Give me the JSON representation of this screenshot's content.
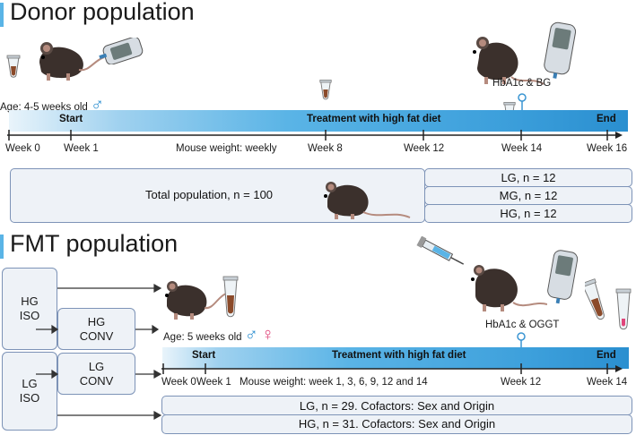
{
  "donor": {
    "title": "Donor population",
    "age_label": "Age: 4-5 weeks old",
    "start_label": "Start",
    "treatment_label": "Treatment with high fat diet",
    "end_label": "End",
    "hba1c_label": "HbA1c & BG",
    "weight_label": "Mouse weight: weekly",
    "weeks": [
      "Week 0",
      "Week 1",
      "Week 8",
      "Week 12",
      "Week 14",
      "Week 16"
    ],
    "total_label": "Total population, n = 100",
    "groups": [
      "LG, n = 12",
      "MG, n = 12",
      "HG, n = 12"
    ]
  },
  "fmt": {
    "title": "FMT population",
    "hg_iso": "HG\nISO",
    "hg_conv": "HG\nCONV",
    "lg_iso": "LG\nISO",
    "lg_conv": "LG\nCONV",
    "age_label": "Age: 5 weeks old",
    "start_label": "Start",
    "treatment_label": "Treatment with high fat diet",
    "end_label": "End",
    "hba1c_label": "HbA1c & OGGT",
    "weeks": [
      "Week 0",
      "Week 1",
      "Week 12",
      "Week 14"
    ],
    "weight_label": "Mouse weight: week 1, 3, 6, 9, 12 and 14",
    "groups": [
      "LG, n = 29. Cofactors: Sex and Origin",
      "HG, n = 31. Cofactors: Sex and Origin"
    ]
  },
  "colors": {
    "accent": "#5ab4e6",
    "band_start": "#e9f4fb",
    "band_end": "#2a8fd0",
    "box_fill": "#eef2f7",
    "box_border": "#7d93b7",
    "male": "#2d8fd0",
    "female": "#e0457a"
  },
  "icons": [
    "mouse-icon",
    "glucometer-icon",
    "tube-icon",
    "syringe-icon",
    "male-icon",
    "female-icon"
  ]
}
